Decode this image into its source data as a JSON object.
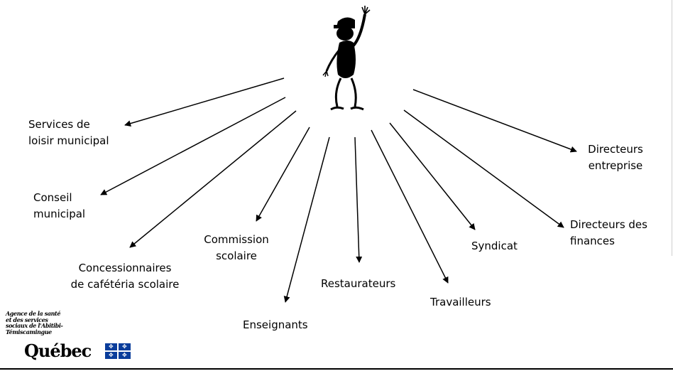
{
  "figure": {
    "icon": "waving-stick-figure-icon"
  },
  "labels": [
    {
      "id": "services-loisir",
      "lines": [
        "Services de",
        "loisir  municipal"
      ]
    },
    {
      "id": "conseil-municipal",
      "lines": [
        "Conseil",
        "municipal"
      ]
    },
    {
      "id": "concessionnaires",
      "lines": [
        "Concessionnaires",
        "de cafétéria scolaire"
      ]
    },
    {
      "id": "commission-scolaire",
      "lines": [
        "Commission",
        "scolaire"
      ]
    },
    {
      "id": "enseignants",
      "lines": [
        "Enseignants"
      ]
    },
    {
      "id": "restaurateurs",
      "lines": [
        "Restaurateurs"
      ]
    },
    {
      "id": "travailleurs",
      "lines": [
        "Travailleurs"
      ]
    },
    {
      "id": "syndicat",
      "lines": [
        "Syndicat"
      ]
    },
    {
      "id": "directeurs-finances",
      "lines": [
        "Directeurs des",
        "finances"
      ]
    },
    {
      "id": "directeurs-entreprise",
      "lines": [
        "Directeurs",
        "entreprise"
      ]
    }
  ],
  "logo": {
    "agency_lines": [
      "Agence de la santé",
      "et des services",
      "sociaux de l'Abitibi-",
      "Témiscamingue"
    ],
    "wordmark": "Québec",
    "flag_icon": "fleurdelise-flag-icon"
  }
}
